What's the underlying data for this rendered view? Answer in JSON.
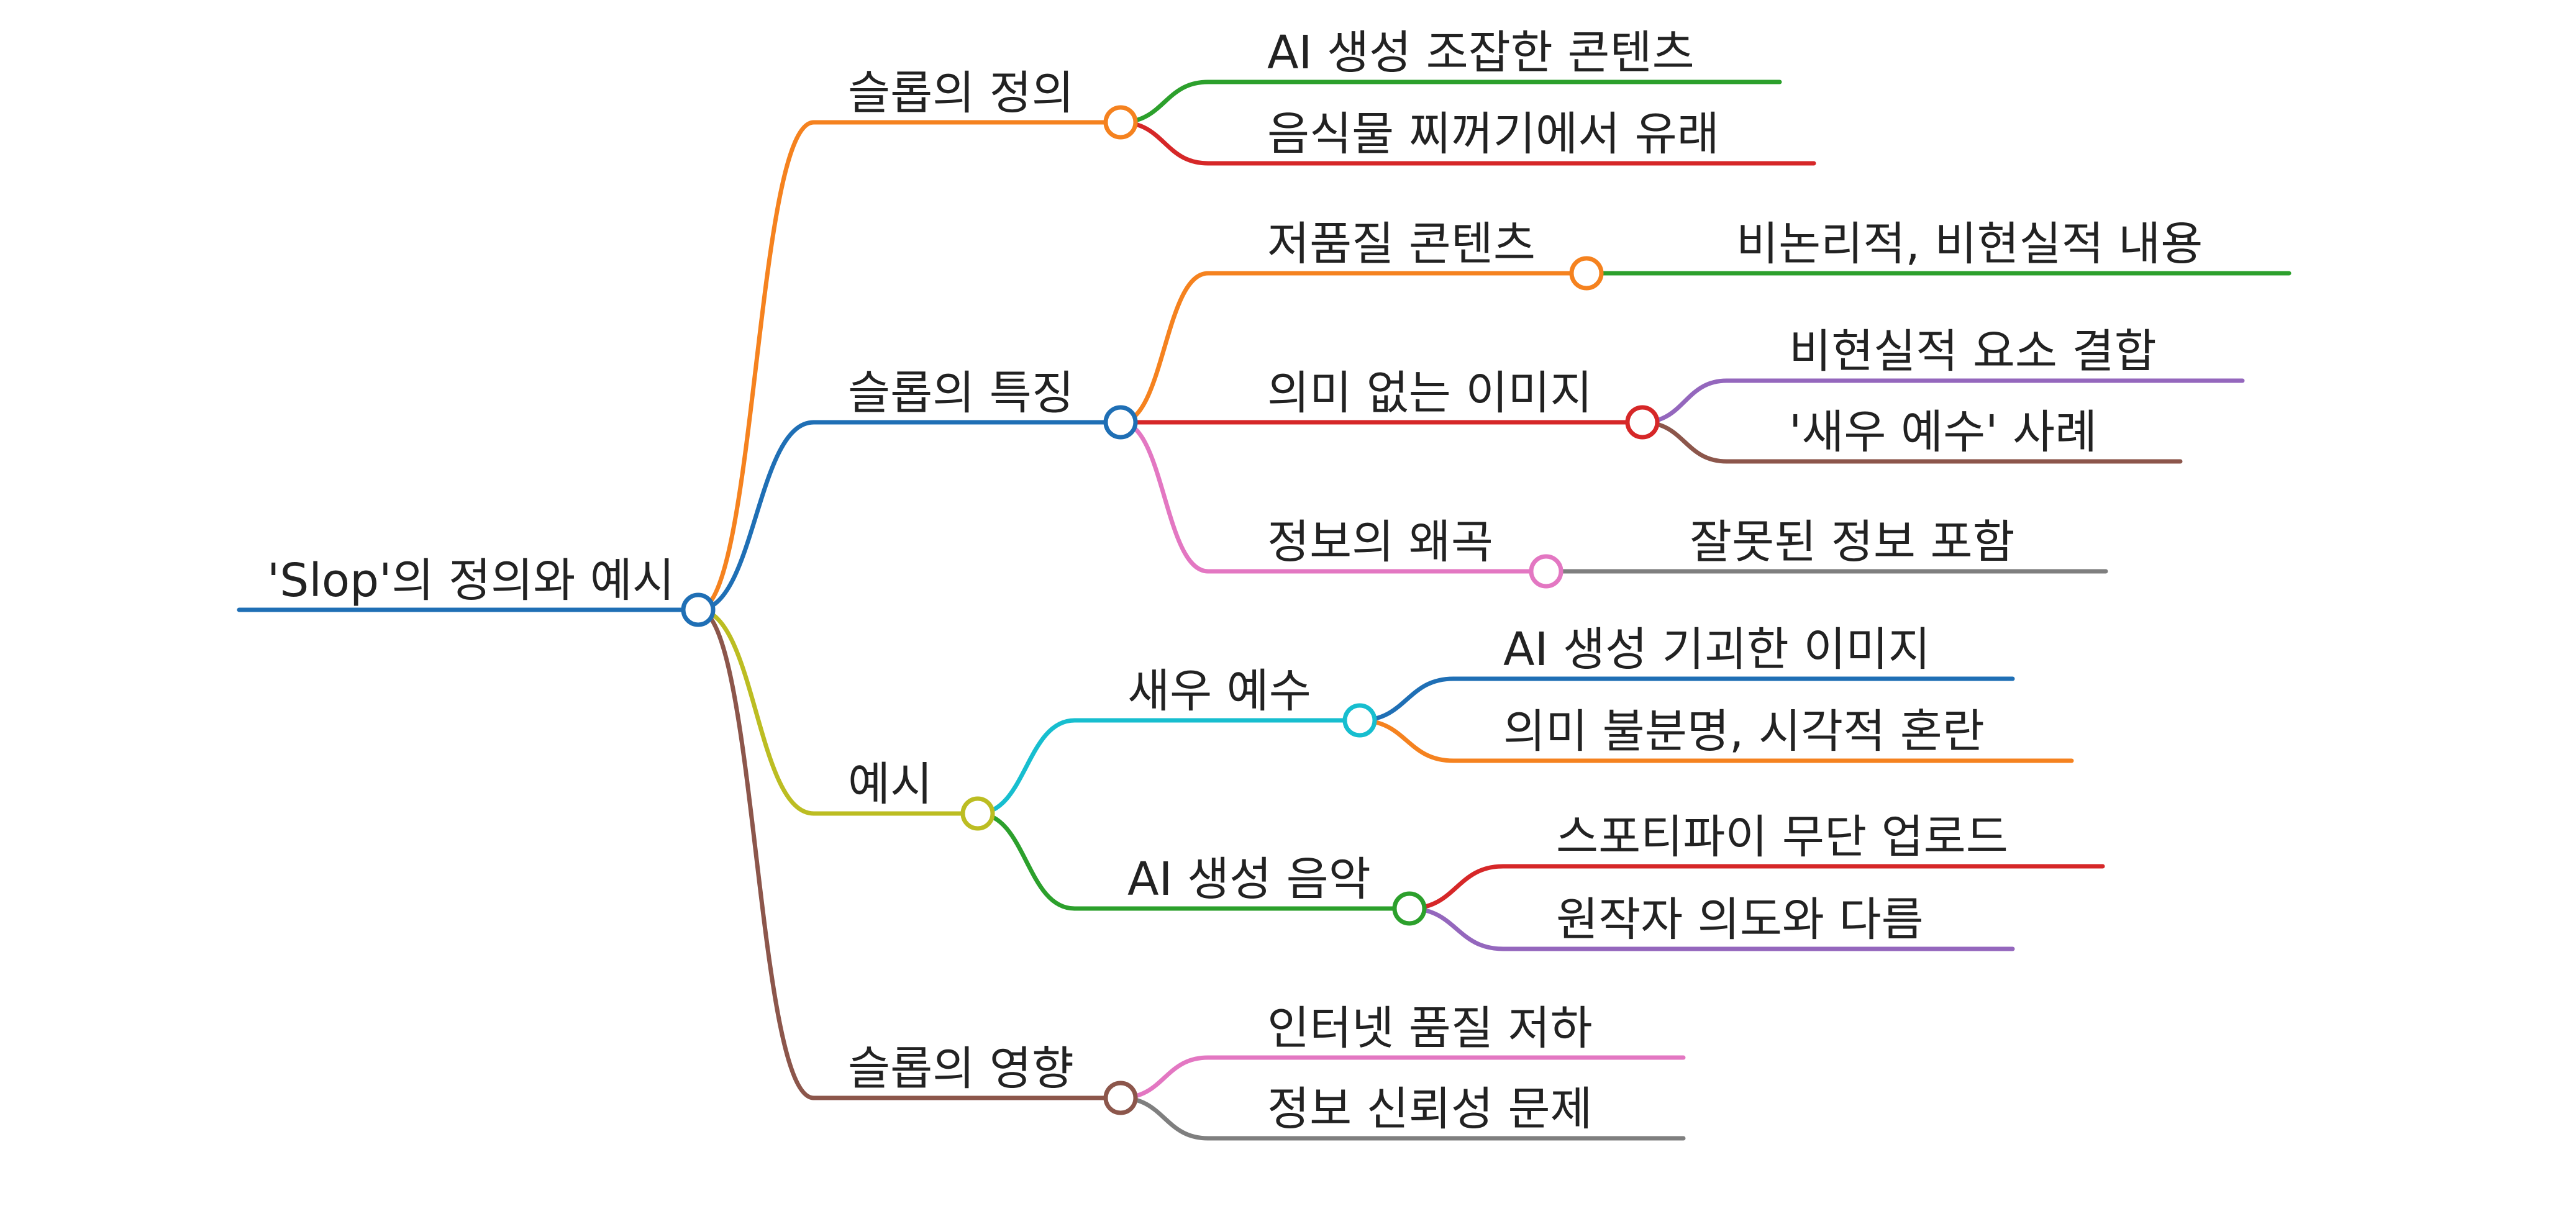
{
  "root": {
    "label": "'Slop'의 정의와 예시",
    "color": "#1f6fb5"
  },
  "branches": [
    {
      "label": "슬롭의 정의",
      "color": "#f5821f",
      "children": [
        {
          "label": "AI 생성 조잡한 콘텐츠",
          "color": "#2ca02c"
        },
        {
          "label": "음식물 찌꺼기에서 유래",
          "color": "#d62728"
        }
      ]
    },
    {
      "label": "슬롭의 특징",
      "color": "#1f6fb5",
      "children": [
        {
          "label": "저품질 콘텐츠",
          "color": "#f5821f",
          "children": [
            {
              "label": "비논리적, 비현실적 내용",
              "color": "#2ca02c"
            }
          ]
        },
        {
          "label": "의미 없는 이미지",
          "color": "#d62728",
          "children": [
            {
              "label": "비현실적 요소 결합",
              "color": "#9467bd"
            },
            {
              "label": "'새우 예수' 사례",
              "color": "#8c564b"
            }
          ]
        },
        {
          "label": "정보의 왜곡",
          "color": "#e377c2",
          "children": [
            {
              "label": "잘못된 정보 포함",
              "color": "#7f7f7f"
            }
          ]
        }
      ]
    },
    {
      "label": "예시",
      "color": "#bcbd22",
      "children": [
        {
          "label": "새우 예수",
          "color": "#17becf",
          "children": [
            {
              "label": "AI 생성 기괴한 이미지",
              "color": "#1f6fb5"
            },
            {
              "label": "의미 불분명, 시각적 혼란",
              "color": "#f5821f"
            }
          ]
        },
        {
          "label": "AI 생성 음악",
          "color": "#2ca02c",
          "children": [
            {
              "label": "스포티파이 무단 업로드",
              "color": "#d62728"
            },
            {
              "label": "원작자 의도와 다름",
              "color": "#9467bd"
            }
          ]
        }
      ]
    },
    {
      "label": "슬롭의 영향",
      "color": "#8c564b",
      "children": [
        {
          "label": "인터넷 품질 저하",
          "color": "#e377c2"
        },
        {
          "label": "정보 신뢰성 문제",
          "color": "#7f7f7f"
        }
      ]
    }
  ]
}
